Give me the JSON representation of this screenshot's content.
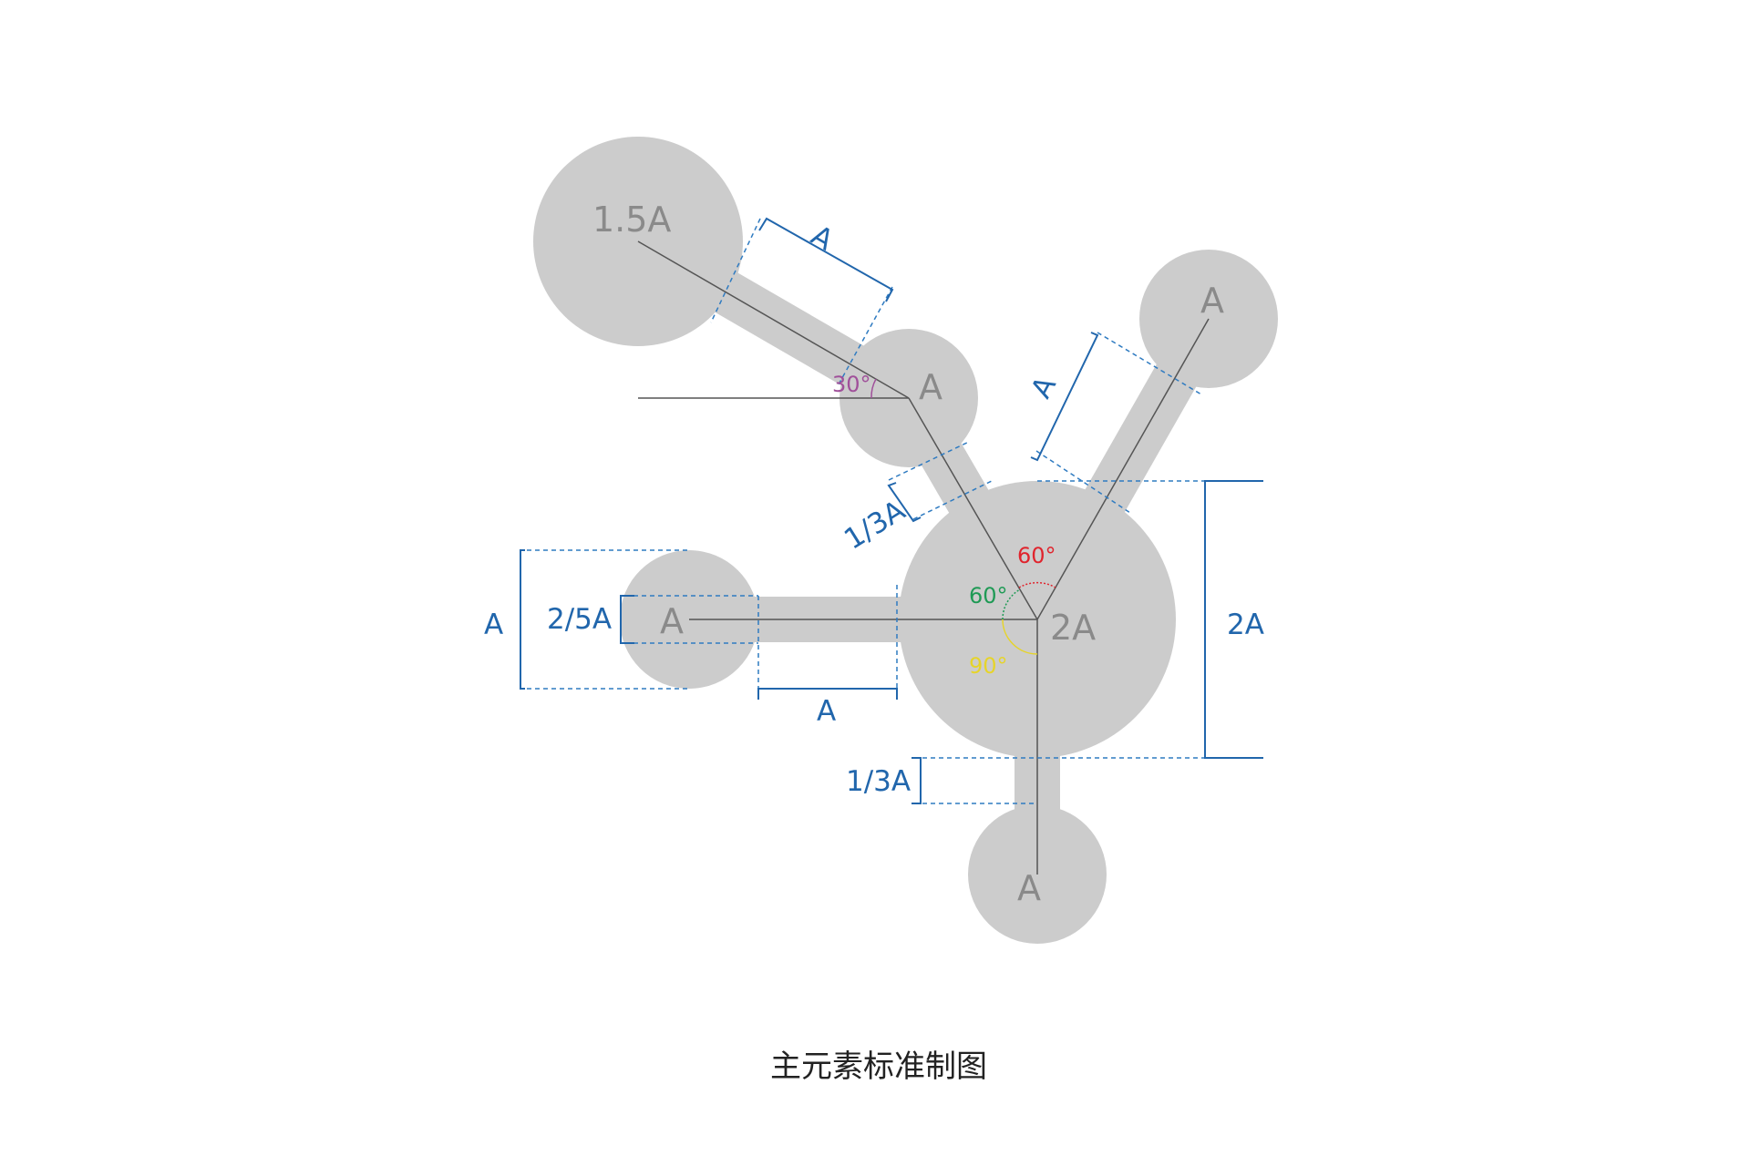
{
  "nodes": {
    "top_left": "1.5A",
    "upper_mid": "A",
    "top_right": "A",
    "center": "2A",
    "left": "A",
    "bottom": "A"
  },
  "dimensions": {
    "top_bond_length": "A",
    "right_bond_length": "A",
    "upper_gap": "1/3A",
    "center_diameter": "2A",
    "left_outer_height": "A",
    "left_bond_width": "2/5A",
    "left_bond_length": "A",
    "bottom_gap": "1/3A"
  },
  "angles": {
    "upper": "30°",
    "center_red": "60°",
    "center_green": "60°",
    "center_yellow": "90°"
  },
  "caption": "主元素标准制图",
  "colors": {
    "shape": "#cccccc",
    "dimension": "#2166ac",
    "angle_purple": "#a0509a",
    "angle_red": "#e0242d",
    "angle_green": "#1f9a55",
    "angle_yellow": "#e6d42a"
  }
}
